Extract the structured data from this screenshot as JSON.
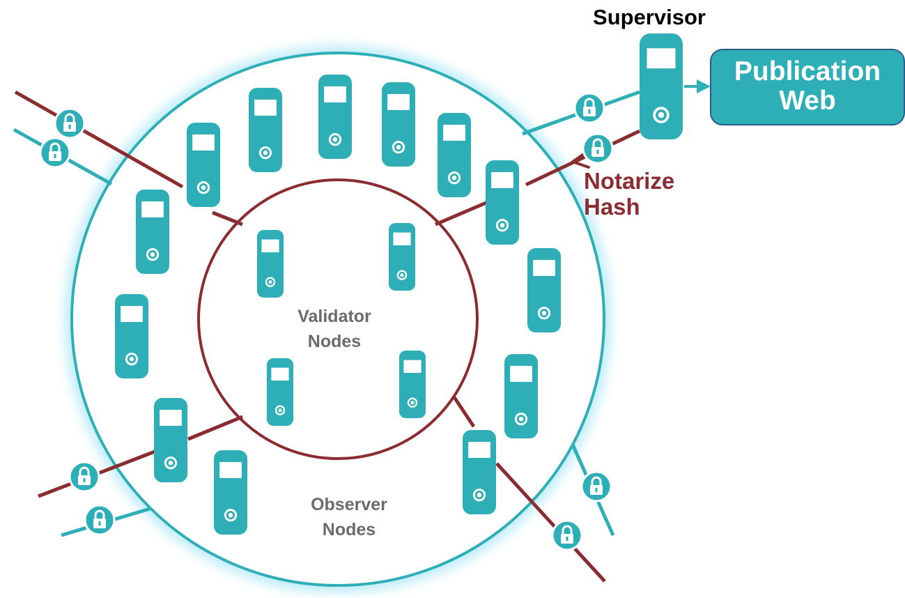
{
  "labels": {
    "supervisor": "Supervisor",
    "publication_line1": "Publication",
    "publication_line2": "Web",
    "notarize_line1": "Notarize",
    "notarize_line2": "Hash",
    "validator_line1": "Validator",
    "validator_line2": "Nodes",
    "observer_line1": "Observer",
    "observer_line2": "Nodes"
  },
  "colors": {
    "teal": "#2eaeb7",
    "dark_red": "#8b2c31",
    "glow_blue": "#a8e6f5",
    "glow_red": "#f2a7ad",
    "label_gray": "#6b6b6b",
    "box_border": "#2a5a8f"
  },
  "icons": [
    "server-node-icon",
    "lock-icon",
    "arrow-icon"
  ]
}
